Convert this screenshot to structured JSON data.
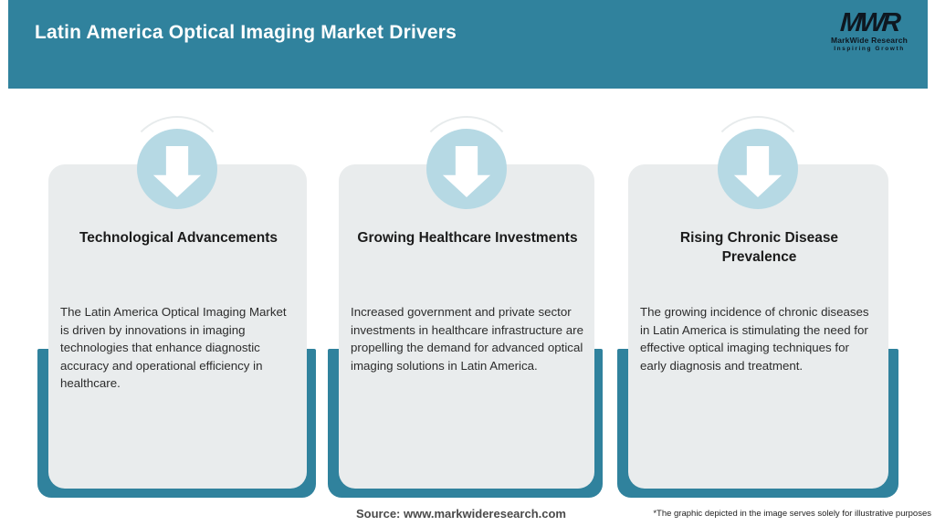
{
  "header": {
    "title": "Latin America Optical Imaging Market Drivers",
    "logo": {
      "monogram": "MWR",
      "name": "MarkWide Research",
      "tagline": "Inspiring Growth"
    }
  },
  "cards": [
    {
      "icon": "down-arrow-icon",
      "title": "Technological Advancements",
      "description": "The Latin America Optical Imaging Market is driven by innovations in imaging technologies that enhance diagnostic accuracy and operational efficiency in healthcare."
    },
    {
      "icon": "down-arrow-icon",
      "title": "Growing Healthcare Investments",
      "description": "Increased government and private sector investments in healthcare infrastructure are propelling the demand for advanced optical imaging solutions in Latin America."
    },
    {
      "icon": "down-arrow-icon",
      "title": "Rising Chronic Disease Prevalence",
      "description": "The growing incidence of chronic diseases in Latin America is stimulating the need for effective optical imaging techniques for early diagnosis and treatment."
    }
  ],
  "footer": {
    "source": "Source: www.markwideresearch.com",
    "disclaimer": "*The graphic depicted in the image serves solely for illustrative purposes"
  },
  "colors": {
    "teal": "#30829d",
    "card_bg": "#e9eced",
    "circle_blue": "#b6d9e4",
    "arrow": "#ffffff",
    "title_text": "#1b1b1b",
    "body_text": "#2c2c2c",
    "header_text": "#ffffff",
    "logo_dark": "#0e1720"
  }
}
